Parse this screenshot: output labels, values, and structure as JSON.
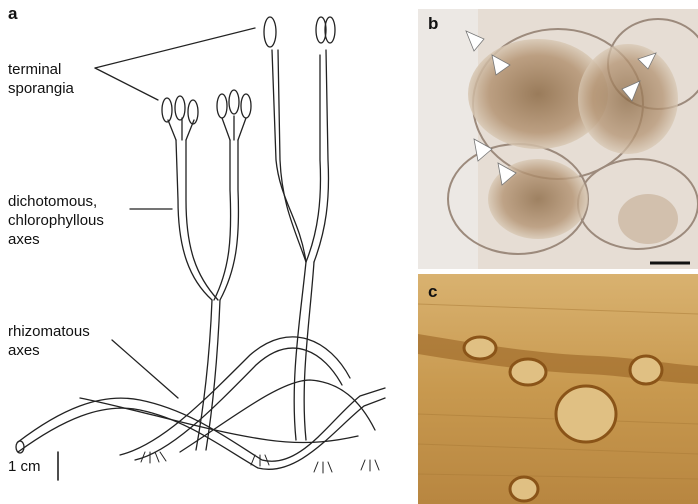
{
  "figure": {
    "panels": [
      {
        "letter": "a"
      },
      {
        "letter": "b"
      },
      {
        "letter": "c"
      }
    ],
    "annotations": {
      "terminal_sporangia": [
        "terminal",
        "sporangia"
      ],
      "dichotomous_axes": [
        "dichotomous,",
        "chlorophyllous",
        "axes"
      ],
      "rhizomatous_axes": [
        "rhizomatous",
        "axes"
      ]
    },
    "scale_bar": {
      "label": "1 cm"
    }
  }
}
